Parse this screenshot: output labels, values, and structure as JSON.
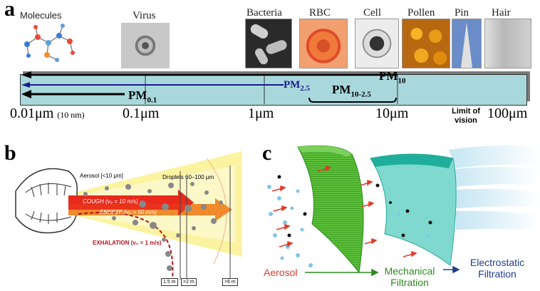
{
  "panel_a": {
    "letter": "a",
    "particles": [
      {
        "label": "Molecules"
      },
      {
        "label": "Virus"
      },
      {
        "label": "Bacteria"
      },
      {
        "label": "RBC"
      },
      {
        "label": "Cell"
      },
      {
        "label": "Pollen"
      },
      {
        "label": "Pin"
      },
      {
        "label": "Hair"
      }
    ],
    "scale_ticks": {
      "t001": "0.01μm",
      "t001_note": "(10 nm)",
      "t01": "0.1μm",
      "t1": "1μm",
      "t10": "10μm",
      "limit": "Limit of vision",
      "t100": "100μm"
    },
    "pm_labels": {
      "pm01_base": "PM",
      "pm01_sub": "0.1",
      "pm25_base": "PM",
      "pm25_sub": "2.5",
      "pm1025_base": "PM",
      "pm1025_sub": "10-2.5",
      "pm10_base": "PM",
      "pm10_sub": "10"
    },
    "colors": {
      "bar": "#a9d8dc",
      "pm25_arrow": "#1a1a8c",
      "black": "#000000"
    }
  },
  "panel_b": {
    "letter": "b",
    "aerosol": "Aerosol [<10 μm]",
    "droplets": "Droplets  60–100 μm",
    "cough": "COUGH (v₀ = 10 m/s)",
    "sneeze": "SNEEZE (v₀ = 50 m/s)",
    "exhalation": "EXHALATION (v₀ = 1 m/s)",
    "distances": [
      "1.5 m",
      ">2 m",
      ">6 m"
    ],
    "colors": {
      "cough": "#e8291c",
      "sneeze": "#f08a2c",
      "exhalation": "#b8141c",
      "cone": "#fbf3a0"
    }
  },
  "panel_c": {
    "letter": "c",
    "aerosol": "Aerosol",
    "mechanical": "Mechanical Filtration",
    "electrostatic": "Electrostatic Filtration",
    "colors": {
      "aerosol": "#e03a2a",
      "mechanical": "#2d8a1f",
      "electrostatic": "#1d3f8f",
      "green_filter": "#5cbf3a",
      "teal_filter": "#3fc7b8"
    }
  }
}
